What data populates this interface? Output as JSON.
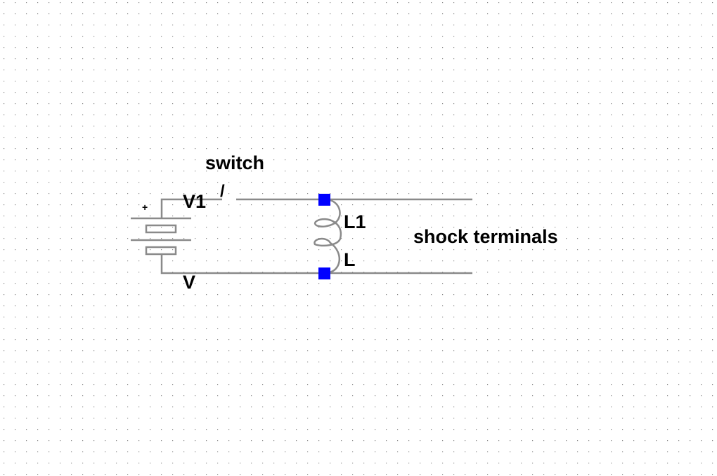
{
  "colors": {
    "background": "#ffffff",
    "grid_dot": "#888888",
    "wire": "#8a8a8a",
    "junction": "#0000ff",
    "text": "#000000"
  },
  "labels": {
    "switch": "switch",
    "switch_symbol": "/",
    "battery_name": "V1",
    "battery_value": "V",
    "battery_plus": "+",
    "inductor_name": "L1",
    "inductor_value": "L",
    "output": "shock terminals"
  },
  "icons": {
    "battery": "battery-icon",
    "inductor": "inductor-coil-icon",
    "junction": "junction-dot-icon"
  }
}
